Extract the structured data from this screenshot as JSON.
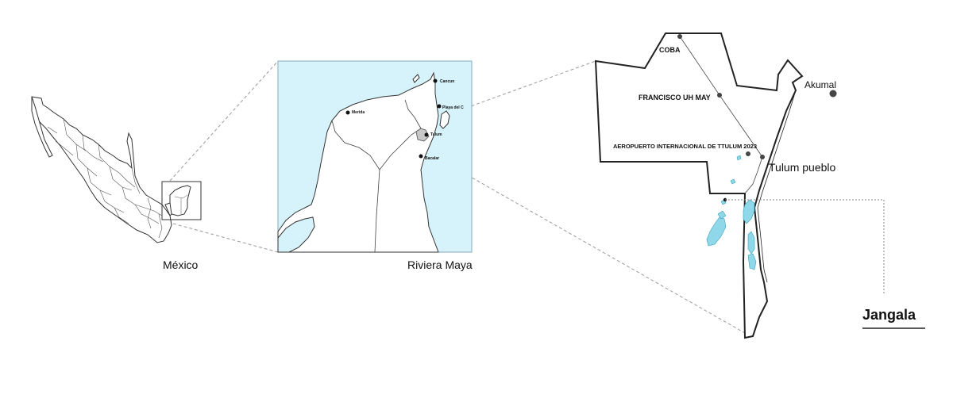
{
  "panels": {
    "mexico": {
      "label": "México"
    },
    "riviera": {
      "label": "Riviera Maya"
    },
    "detail": {
      "project_label": "Jangala"
    }
  },
  "riviera_places": {
    "cancun": "Cancun",
    "playa": "Playa del C",
    "merida": "Merida",
    "tulum": "Tulum",
    "bacalar": "Bacalar"
  },
  "detail_places": {
    "coba": "COBA",
    "francisco": "FRANCISCO UH MAY",
    "aeropuerto": "AEROPUERTO INTERNACIONAL DE TTULUM 2023",
    "tulum_pueblo": "Tulum pueblo",
    "akumal": "Akumal"
  },
  "colors": {
    "sea": "#d6f3fb",
    "water": "#8fd8ea",
    "outline": "#222222",
    "guide_lines": "#9a9a9a"
  }
}
